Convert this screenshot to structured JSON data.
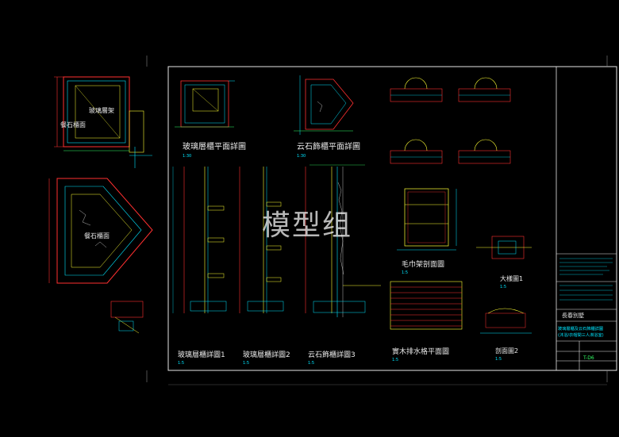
{
  "watermark": "模型组",
  "views": {
    "glass_plan": "玻璃層櫃平面詳圖",
    "glass_plan_scale": "1:30",
    "stone_plan": "云石飾櫃平面詳圖",
    "stone_plan_scale": "1:30",
    "glass_detail_1": "玻璃層櫃詳圖1",
    "glass_detail_1_scale": "1:5",
    "glass_detail_2": "玻璃層櫃詳圖2",
    "glass_detail_2_scale": "1:5",
    "stone_detail_3": "云石飾櫃詳圖3",
    "stone_detail_3_scale": "1:5",
    "towel_rack": "毛巾架剖面圖",
    "towel_rack_scale": "1:5",
    "wood_grille": "實木排水格平面圖",
    "wood_grille_scale": "1:5",
    "detail_1": "大樣圖1",
    "detail_1_scale": "1:5",
    "section_2": "剖面圖2",
    "section_2_scale": "1:5"
  },
  "left_notes": {
    "glass_shelf": "玻璃層架",
    "stone_top_1": "餐石櫃面",
    "stone_top_2": "餐石櫃面"
  },
  "title_block": {
    "project": "長春別墅",
    "drawing_title_line1": "玻璃層櫃及云石飾櫃詳圖",
    "drawing_title_line2": "(沐浴/衣帽間三人淋浴室)",
    "sheet_no": "T-D6"
  },
  "colors": {
    "background": "#000000",
    "frame": "#e6e6e6",
    "cyan": "#00e5ff",
    "yellow": "#ffff33",
    "red": "#ff3030",
    "green": "#33ff66",
    "magenta": "#ff44ff"
  }
}
